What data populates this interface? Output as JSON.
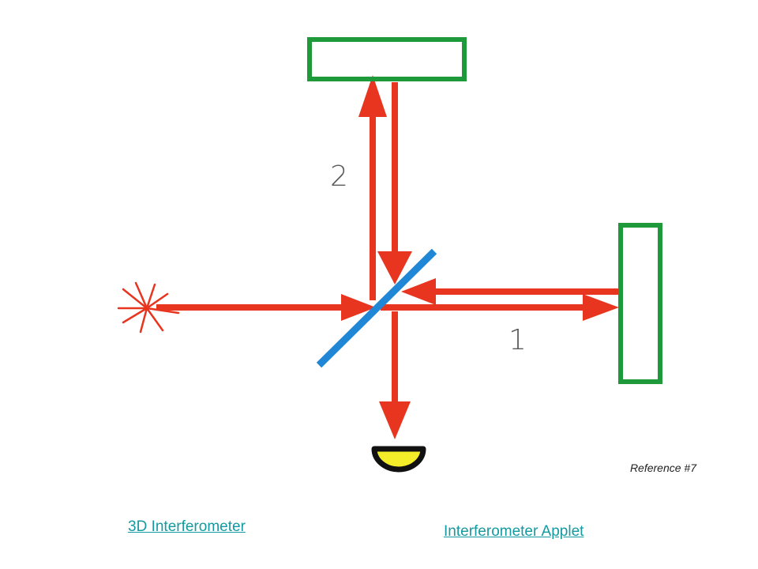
{
  "colors": {
    "beam": "#e8351f",
    "mirror_frame": "#1f9a3a",
    "beam_splitter": "#1f87d6",
    "detector": "#f4ee2a",
    "link": "#149aa0"
  },
  "diagram": {
    "path_labels": {
      "arm_top": "2",
      "arm_right": "1"
    },
    "reference": "Reference #7"
  },
  "links": {
    "three_d": "3D Interferometer",
    "applet": "Interferometer Applet"
  },
  "icons": {
    "source": "light-source-star-icon",
    "detector": "detector-icon"
  }
}
